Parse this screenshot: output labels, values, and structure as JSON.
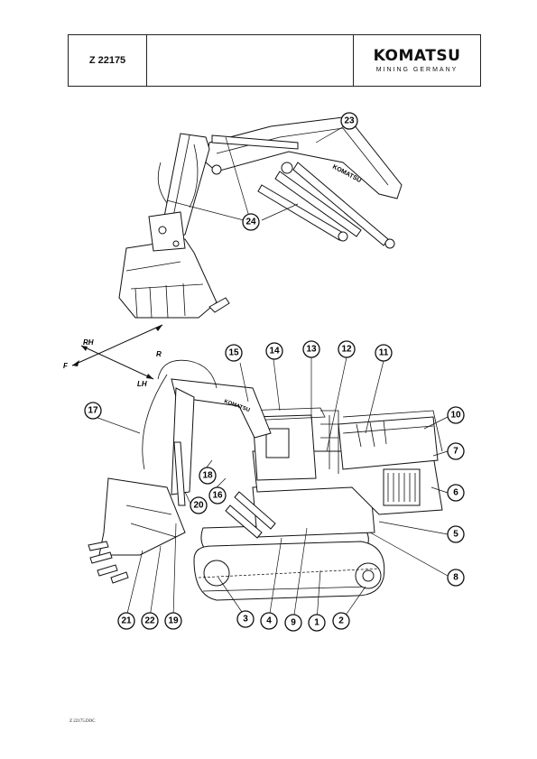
{
  "header": {
    "doc_code": "Z 22175",
    "logo": "KOMATSU",
    "logo_sub": "MINING GERMANY"
  },
  "diagram": {
    "boom_lettering": "KOMATSU",
    "directions": {
      "rh": "RH",
      "r": "R",
      "f": "F",
      "lh": "LH"
    },
    "callouts": [
      "1",
      "2",
      "3",
      "4",
      "5",
      "6",
      "7",
      "8",
      "9",
      "10",
      "11",
      "12",
      "13",
      "14",
      "15",
      "16",
      "17",
      "18",
      "19",
      "20",
      "21",
      "22",
      "23",
      "24"
    ]
  },
  "footer": {
    "filename": "Z 22175.DOC"
  }
}
